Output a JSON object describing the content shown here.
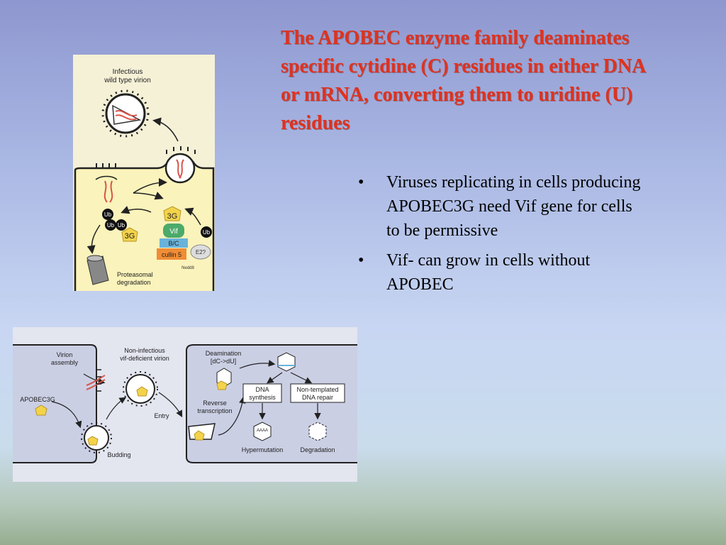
{
  "slide": {
    "title": "The APOBEC enzyme family deaminates specific cytidine (C) residues in either DNA or mRNA, converting them to uridine (U) residues",
    "bullets": [
      "Viruses replicating in cells producing APOBEC3G need Vif gene for cells to be permissive",
      "Vif- can grow in cells without APOBEC"
    ],
    "bullet_symbol": "•"
  },
  "figure_top": {
    "infectious_label_line1": "Infectious",
    "infectious_label_line2": "wild type virion",
    "ub": "Ub",
    "apobec_3g": "3G",
    "vif": "Vif",
    "bc": "B/C",
    "cullin": "cullin 5",
    "e2": "E2?",
    "nedd8": "Nedd8",
    "proteasome_line1": "Proteasomal",
    "proteasome_line2": "degradation"
  },
  "figure_bottom": {
    "virion_assembly_line1": "Virion",
    "virion_assembly_line2": "assembly",
    "apobec3g": "APOBEC3G",
    "noninfectious_line1": "Non-infectious",
    "noninfectious_line2": "vif-deficient virion",
    "budding": "Budding",
    "entry": "Entry",
    "deamination_line1": "Deamination",
    "deamination_line2": "[dC->dU]",
    "reverse_line1": "Reverse",
    "reverse_line2": "transcription",
    "dna_synthesis_line1": "DNA",
    "dna_synthesis_line2": "synthesis",
    "repair_line1": "Non-templated",
    "repair_line2": "DNA repair",
    "hypermutation": "Hypermutation",
    "degradation": "Degradation",
    "aaaa": "AAAA"
  },
  "colors": {
    "title": "#e0321e",
    "panel_bg": "#f5f1d7",
    "cell_fill": "#faf3bb",
    "apobec_yellow": "#f3d34a",
    "vif_green": "#4caa6a",
    "bc_blue": "#69b3da",
    "cullin_orange": "#f08c35",
    "rna_red": "#d9544a",
    "bottom_cell": "#cbcfe4"
  }
}
